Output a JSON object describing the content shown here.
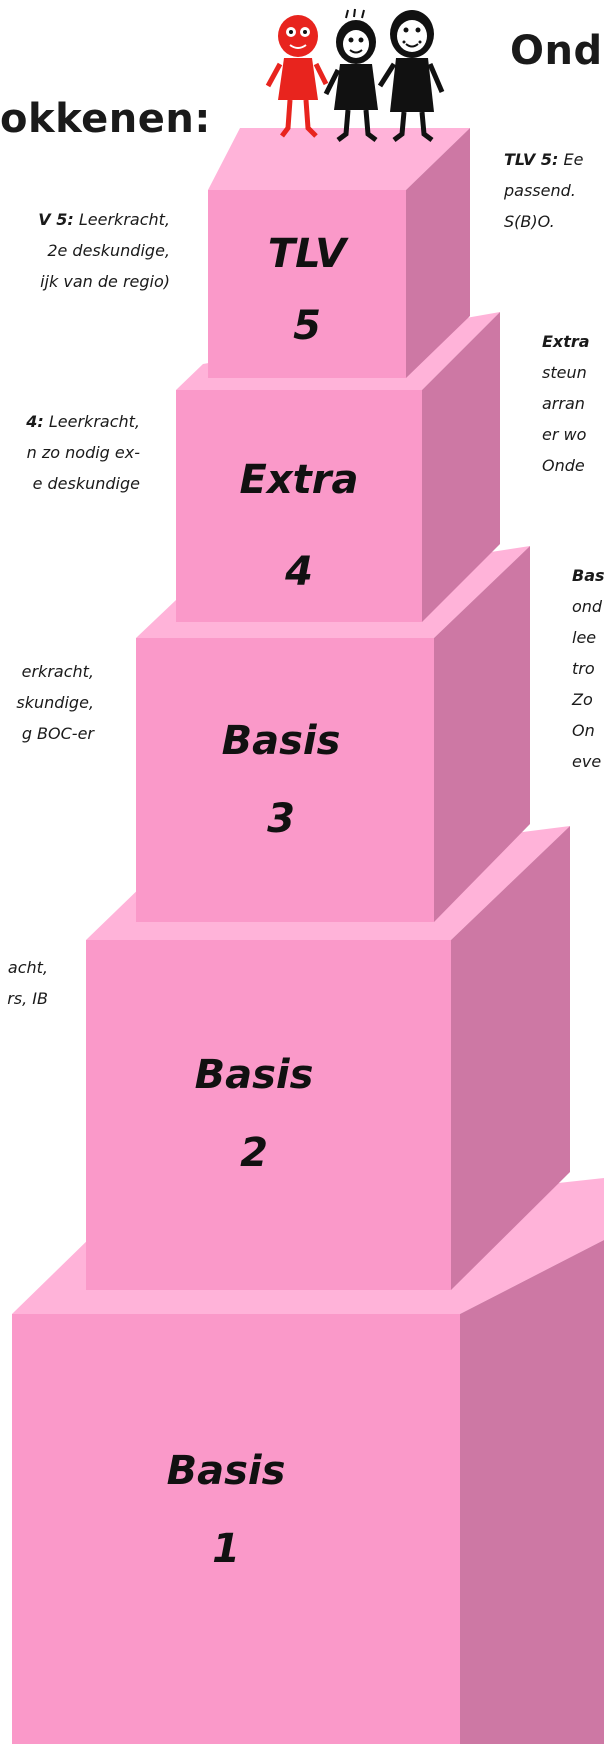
{
  "left_heading": "okkenen:",
  "right_heading": "Ond",
  "blocks": [
    {
      "label": "TLV",
      "number": "5"
    },
    {
      "label": "Extra",
      "number": "4"
    },
    {
      "label": "Basis",
      "number": "3"
    },
    {
      "label": "Basis",
      "number": "2"
    },
    {
      "label": "Basis",
      "number": "1"
    }
  ],
  "left_notes": {
    "tlv5": {
      "bold": "V 5:",
      "lines": [
        " Leerkracht,",
        "2e deskundige,",
        "ijk van de regio)"
      ]
    },
    "extra4": {
      "bold": "4:",
      "lines": [
        " Leerkracht,",
        "n zo nodig ex-",
        "e deskundige"
      ]
    },
    "basis3": {
      "lines": [
        "erkracht,",
        "skundige,",
        "g BOC-er"
      ]
    },
    "basis2": {
      "lines": [
        "acht,",
        "rs, IB"
      ]
    }
  },
  "right_notes": {
    "tlv5": {
      "bold": "TLV 5:",
      "lines": [
        " Ee",
        "passend.",
        "S(B)O."
      ]
    },
    "extra4": {
      "bold": "Extra",
      "lines": [
        "steun",
        "arran",
        "er wo",
        "Onde"
      ]
    },
    "basis3": {
      "bold": "Bas",
      "lines": [
        "ond",
        "lee",
        "tro",
        "Zo",
        "On",
        "eve"
      ]
    }
  },
  "colors": {
    "front": "#fa99c9",
    "top": "#ffb3d9",
    "side": "#cd78a4",
    "drawing_red": "#e8241e",
    "drawing_black": "#111111"
  }
}
